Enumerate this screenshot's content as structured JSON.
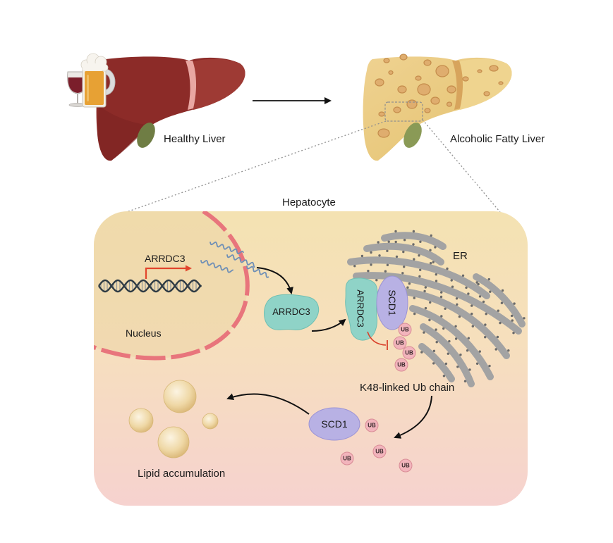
{
  "labels": {
    "healthy_liver": "Healthy Liver",
    "fatty_liver": "Alcoholic Fatty Liver",
    "hepatocyte": "Hepatocyte",
    "nucleus": "Nucleus",
    "er": "ER",
    "k48_chain": "K48-linked Ub chain",
    "lipid_accumulation": "Lipid accumulation"
  },
  "gene": {
    "name": "ARRDC3"
  },
  "proteins": {
    "arrdc3_free": "ARRDC3",
    "arrdc3_bound": "ARRDC3",
    "scd1_bound": "SCD1",
    "scd1_free": "SCD1"
  },
  "ubiquitin": {
    "bound_chain": [
      "UB",
      "UB",
      "UB",
      "UB"
    ],
    "free": [
      "UB",
      "UB",
      "UB",
      "UB"
    ]
  },
  "colors": {
    "healthy_liver": "#8c2b28",
    "fatty_liver": "#e8c87c",
    "arrdc3": "#8fd3c7",
    "scd1": "#b8b1e4",
    "ubiquitin": "#f2b4bc",
    "nucleus_envelope": "#e8757c",
    "er": "#a3a3a3",
    "inhibition": "#d9402b",
    "gene_arrow": "#e2452d",
    "mrna": "#6f8fb6"
  }
}
